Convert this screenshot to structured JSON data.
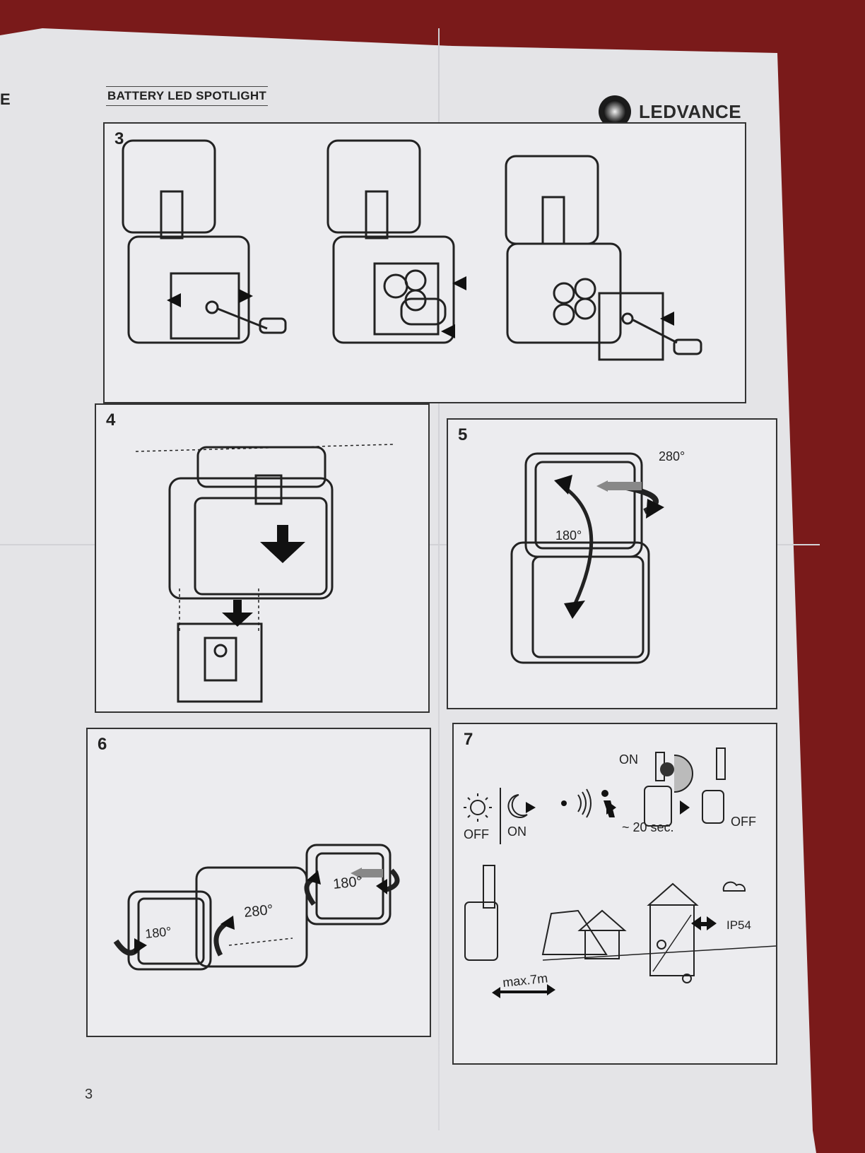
{
  "header": {
    "title": "BATTERY LED SPOTLIGHT",
    "brand": "LEDVANCE",
    "side_mark": "E"
  },
  "page_number": "3",
  "panels": {
    "p3": {
      "number": "3"
    },
    "p4": {
      "number": "4"
    },
    "p5": {
      "number": "5",
      "angle_a": "280°",
      "angle_b": "180°"
    },
    "p6": {
      "number": "6",
      "angle_left": "180°",
      "angle_mid": "280°",
      "angle_right": "180°"
    },
    "p7": {
      "number": "7",
      "off_label": "OFF",
      "on_label": "ON",
      "on_top": "ON",
      "timer": "~ 20 sec.",
      "off_end": "OFF",
      "ip_rating": "IP54",
      "range": "max.7m"
    }
  },
  "colors": {
    "paper": "#e4e4e7",
    "background": "#7a1a1a",
    "ink": "#222222"
  }
}
